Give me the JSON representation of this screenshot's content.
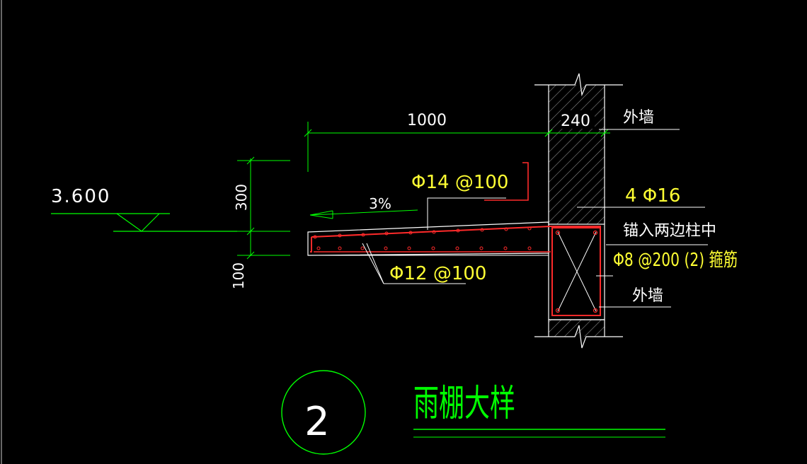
{
  "colors": {
    "background": "#000000",
    "lines": "#ffffff",
    "dimension": "#00ff00",
    "rebar_red": "#ff2a2a",
    "rebar_text": "#ffff33",
    "wall_hatch": "#9a9a9a",
    "title": "#00ff00"
  },
  "dimensions": {
    "cantilever_length": "1000",
    "wall_thickness": "240",
    "height_300": "300",
    "height_100": "100",
    "slope": "3%"
  },
  "elevation": {
    "value": "3.600"
  },
  "rebar": {
    "top_bar": "Φ14 @100",
    "bottom_bar": "Φ12 @100",
    "beam_main": "4 Φ16",
    "stirrup": "Φ8 @200 (2) 箍筋"
  },
  "notes": {
    "outer_wall_top": "外墙",
    "outer_wall_bottom": "外墙",
    "anchor": "锚入两边柱中"
  },
  "title": {
    "detail_number": "2",
    "name": "雨棚大样"
  }
}
